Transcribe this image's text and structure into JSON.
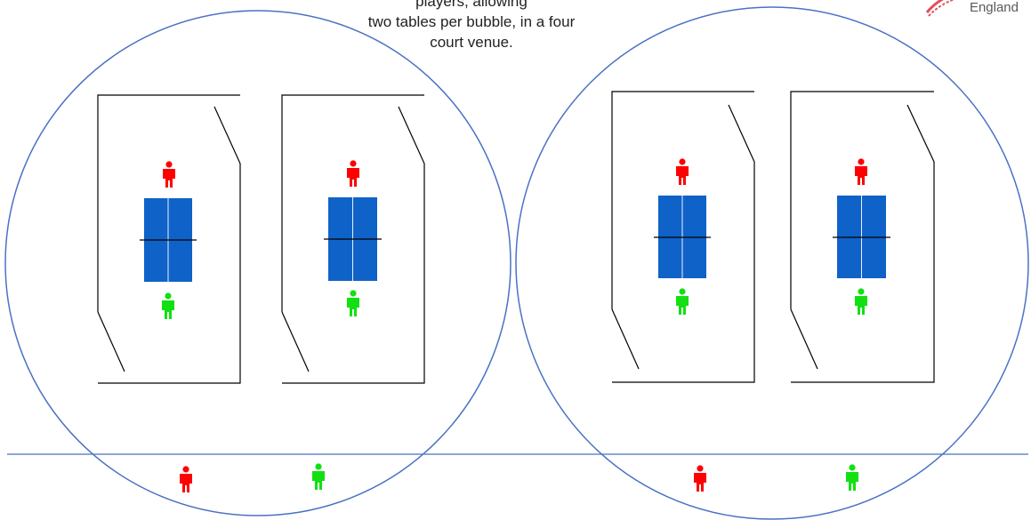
{
  "caption": {
    "line1": "players, allowing",
    "line2": "two tables per bubble, in a four",
    "line3": "court venue."
  },
  "logo": {
    "word": "England"
  },
  "colors": {
    "bubble_outline": "#4a72c4",
    "table_fill": "#0f62c8",
    "player_a": "#ff0000",
    "player_b": "#12e012",
    "court_line": "#000000"
  },
  "bubbles": [
    {
      "id": "bubble-left",
      "tables": 2,
      "spectators": [
        "red",
        "green"
      ]
    },
    {
      "id": "bubble-right",
      "tables": 2,
      "spectators": [
        "red",
        "green"
      ]
    }
  ]
}
